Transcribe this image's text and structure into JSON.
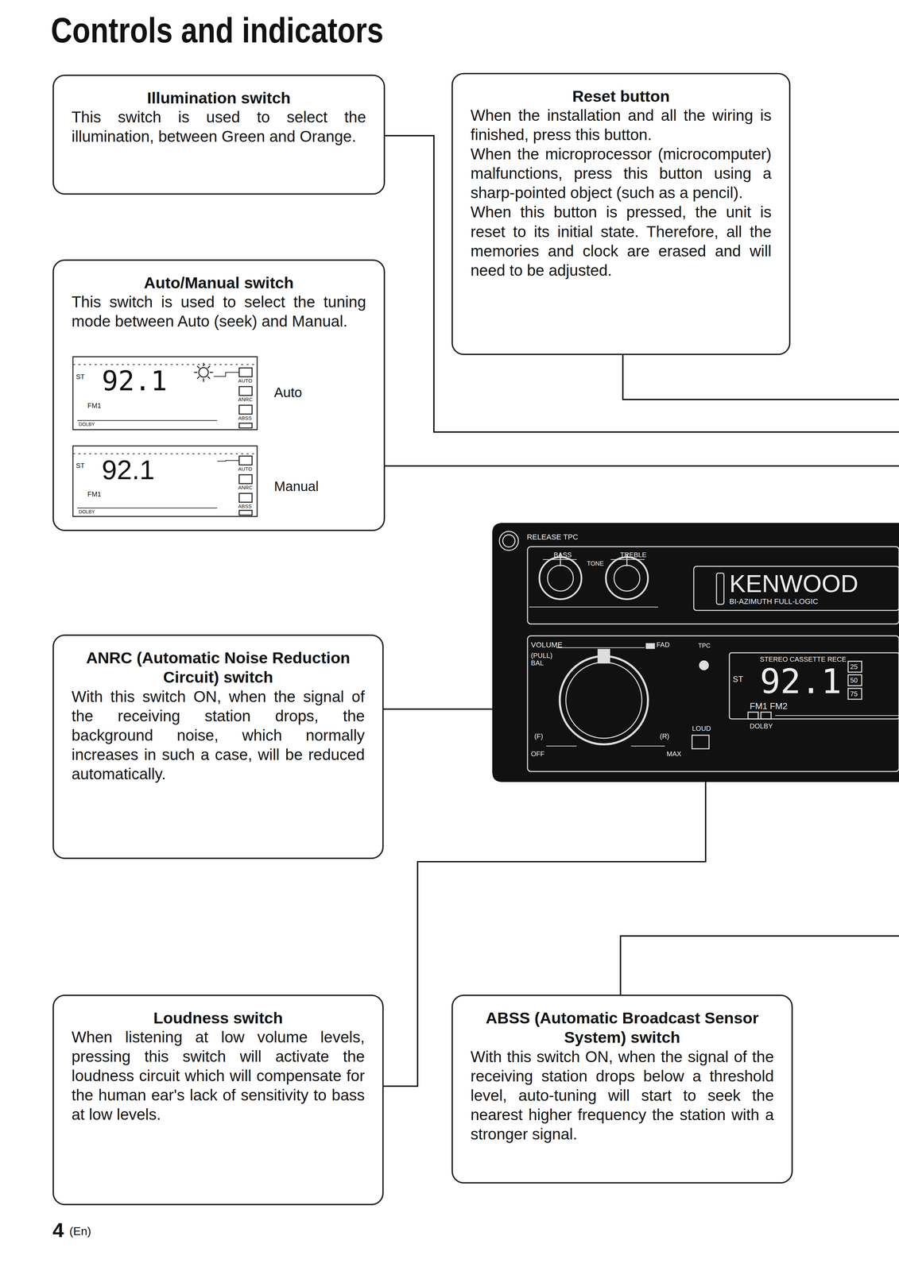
{
  "diagram": {
    "title": "Controls and indicators",
    "nodes": [
      {
        "text": [
          "Illumination switch",
          "This switch is used to select the illumination, between Green and Orange."
        ]
      },
      {
        "text": [
          "Reset button",
          "When the installation and all the wiring is finished, press this button.",
          "When the microprocessor (microcomputer) malfunctions, press this button using a sharp-pointed object (such as a pencil).",
          "When this button is pressed, the unit is reset to its initial state. Therefore, all the memories and clock are erased and will need to be adjusted."
        ]
      },
      {
        "text": [
          "Auto/Manual switch",
          "This switch is used to select the tuning mode between Auto (seek) and Manual."
        ]
      },
      {
        "text": [
          "ANRC (Automatic Noise Reduction Circuit) switch",
          "With this switch ON, when the signal of the receiving station drops, the background noise, which normally increases in such a case, will be reduced automatically."
        ]
      },
      {
        "text": [
          "Loudness switch",
          "When listening at low volume levels, pressing this switch will activate the loudness circuit which will compensate for the human ear's lack of sensitivity to bass at low levels."
        ]
      },
      {
        "text": [
          "ABSS (Automatic Broadcast Sensor System) switch",
          "With this switch ON, when the signal of the receiving station drops below a threshold level, auto-tuning will start to seek the nearest higher frequency the station with a stronger signal."
        ]
      }
    ],
    "labels": [
      "ST",
      "92.1",
      "FM1",
      "DOLBY",
      "AUTO",
      "ANRC",
      "ABSS",
      "Auto",
      "ST",
      "92.1",
      "FM1",
      "DOLBY",
      "AUTO",
      "ANRC",
      "ABSS",
      "Manual",
      "RELEASE TPC",
      "BASS",
      "TREBLE",
      "TONE",
      "KENWOOD",
      "BI-AZIMUTH FULL-LOGIC",
      "VOLUME",
      "FAD",
      "(PULL) BAL",
      "(F)",
      "(R)",
      "OFF",
      "MAX",
      "TPC",
      "STEREO CASSETTE RECE",
      "ST",
      "92.1",
      "25",
      "50",
      "75",
      "FM1 FM2",
      "LOUD",
      "DOLBY",
      "4",
      "(En)"
    ]
  }
}
